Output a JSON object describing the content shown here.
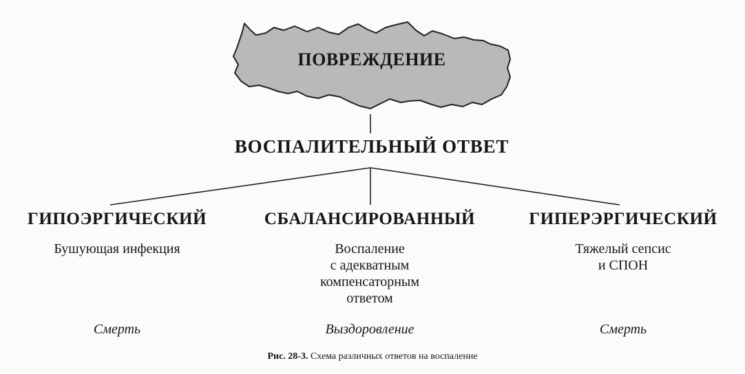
{
  "root": {
    "label": "ПОВРЕЖДЕНИЕ",
    "fill_color": "#b9b9b9"
  },
  "response": {
    "label": "ВОСПАЛИТЕЛЬНЫЙ ОТВЕТ"
  },
  "branches": [
    {
      "title": "ГИПОЭРГИЧЕСКИЙ",
      "description": "Бушующая инфекция",
      "outcome": "Смерть"
    },
    {
      "title": "СБАЛАНСИРОВАННЫЙ",
      "description": "Воспаление\nс адекватным\nкомпенсаторным\nответом",
      "outcome": "Выздоровление"
    },
    {
      "title": "ГИПЕРЭРГИЧЕСКИЙ",
      "description": "Тяжелый сепсис\nи СПОН",
      "outcome": "Смерть"
    }
  ],
  "caption": {
    "number": "Рис. 28-3.",
    "text": "Схема различных ответов на воспаление"
  }
}
